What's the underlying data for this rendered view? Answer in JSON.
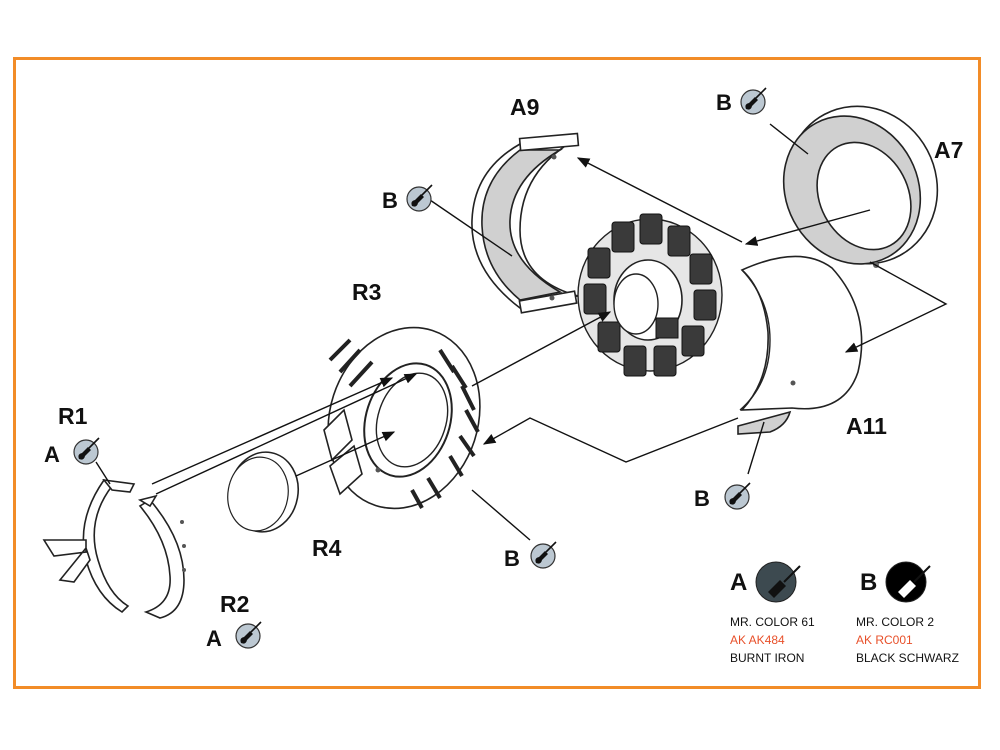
{
  "parts": {
    "a9": "A9",
    "a7": "A7",
    "a11": "A11",
    "r3": "R3",
    "r4": "R4",
    "r1": "R1",
    "r2": "R2"
  },
  "paint_callouts": {
    "a9": "B",
    "a7": "B",
    "a11": "B",
    "r3": "B",
    "r1": "A",
    "r2": "A"
  },
  "legend": {
    "a": {
      "letter": "A",
      "line1": "MR. COLOR 61",
      "line2": "AK AK484",
      "line3": "BURNT IRON",
      "swatch_color": "#3d4a50"
    },
    "b": {
      "letter": "B",
      "line1": "MR. COLOR 2",
      "line2": "AK RC001",
      "line3": "BLACK SCHWARZ",
      "swatch_color": "#000000"
    }
  },
  "colors": {
    "frame": "#f28c28",
    "ak_text": "#e8502a",
    "callout_fill": "#bcc8d2"
  },
  "icons": [
    "paint-brush-icon"
  ]
}
